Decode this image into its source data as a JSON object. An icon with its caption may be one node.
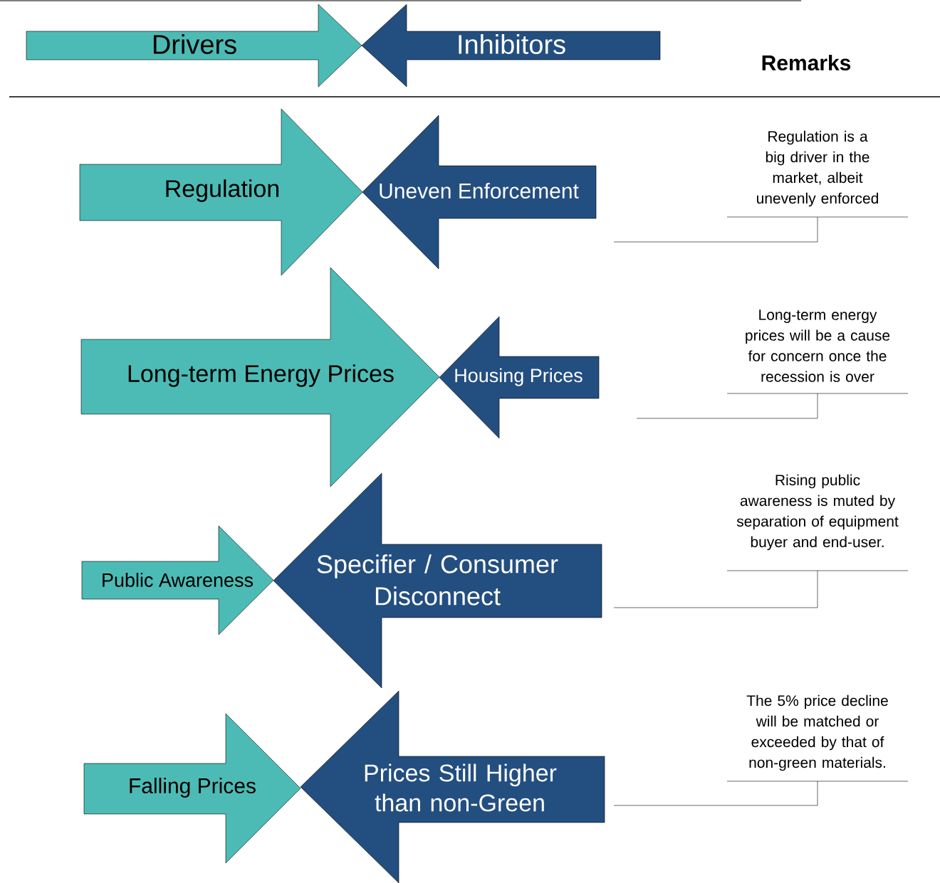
{
  "diagram": {
    "nodes": [
      {
        "text": [
          "Drivers"
        ]
      },
      {
        "text": [
          "Inhibitors"
        ]
      },
      {
        "text": [
          "Regulation"
        ]
      },
      {
        "text": [
          "Uneven Enforcement"
        ]
      },
      {
        "text": [
          "Long-term Energy Prices"
        ]
      },
      {
        "text": [
          "Housing Prices"
        ]
      },
      {
        "text": [
          "Public Awareness"
        ]
      },
      {
        "text": [
          "Specifier / Consumer Disconnect"
        ]
      },
      {
        "text": [
          "Falling Prices"
        ]
      },
      {
        "text": [
          "Prices Still Higher than non-Green"
        ]
      },
      {
        "text": [
          "Regulation is a big driver in the market, albeit unevenly enforced"
        ]
      },
      {
        "text": [
          "Long-term energy prices will be a cause for concern once the recession is over"
        ]
      },
      {
        "text": [
          "Rising public awareness is muted by separation of equipment buyer and end-user."
        ]
      },
      {
        "text": [
          "The 5% price decline will be matched or exceeded by that of non-green materials."
        ]
      }
    ],
    "edges": [
      {
        "from": 10,
        "to": 3,
        "arrow": "none"
      },
      {
        "from": 11,
        "to": 5,
        "arrow": "none"
      },
      {
        "from": 12,
        "to": 7,
        "arrow": "none"
      },
      {
        "from": 13,
        "to": 9,
        "arrow": "none"
      }
    ],
    "labels": [
      "Remarks"
    ]
  }
}
